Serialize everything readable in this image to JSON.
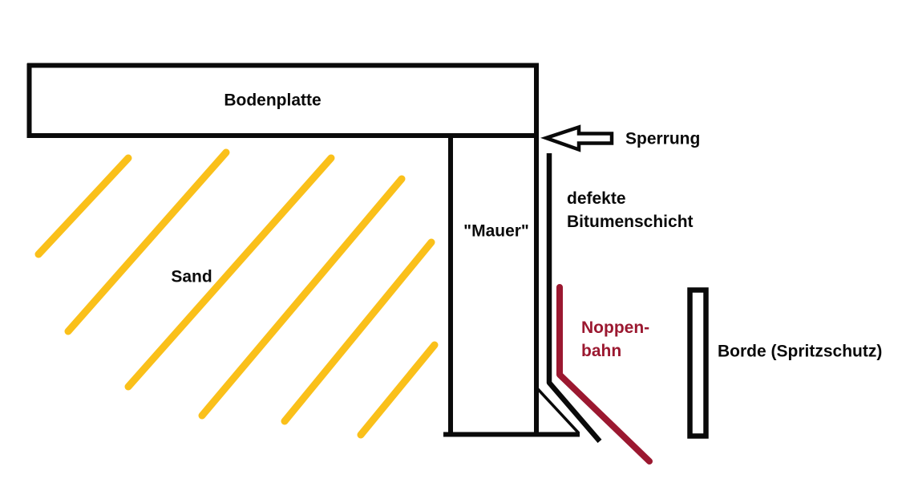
{
  "diagram": {
    "labels": {
      "bodenplatte": "Bodenplatte",
      "sand": "Sand",
      "mauer": "\"Mauer\"",
      "sperrung": "Sperrung",
      "bitumen_line1": "defekte",
      "bitumen_line2": "Bitumenschicht",
      "noppenbahn_line1": "Noppen-",
      "noppenbahn_line2": "bahn",
      "borde": "Borde (Spritzschutz)"
    },
    "colors": {
      "background": "#FFFFFF",
      "line-black": "#0A0A0A",
      "sand-yellow": "#FAC01A",
      "noppenbahn-red": "#9B1830"
    }
  }
}
